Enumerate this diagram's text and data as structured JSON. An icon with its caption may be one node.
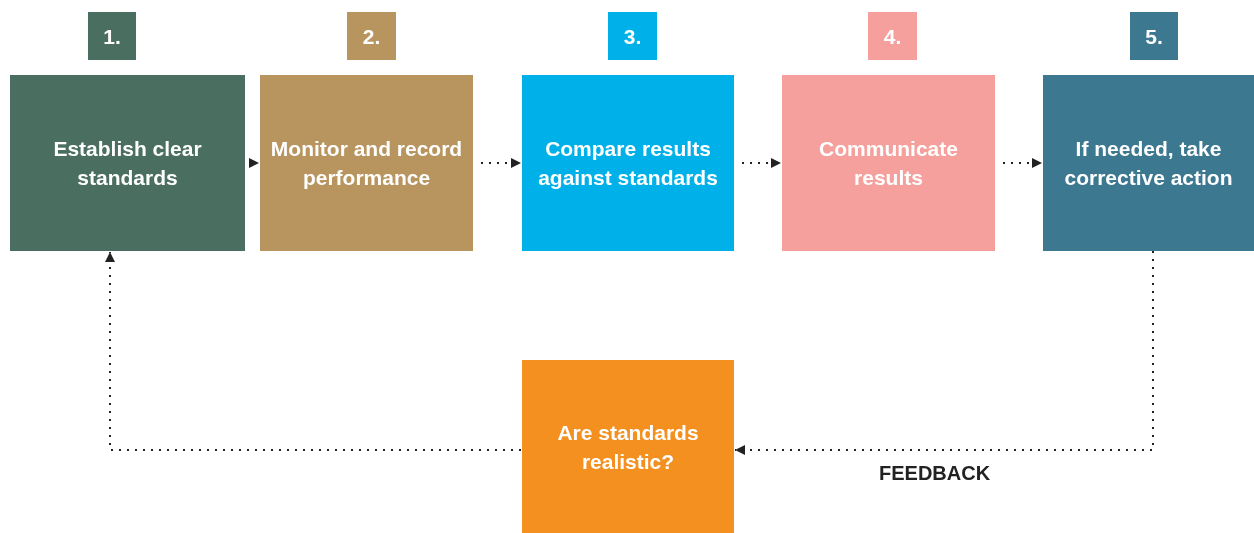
{
  "diagram": {
    "nodes": [
      {
        "text": [
          "1."
        ]
      },
      {
        "text": [
          "2."
        ]
      },
      {
        "text": [
          "3."
        ]
      },
      {
        "text": [
          "4."
        ]
      },
      {
        "text": [
          "5."
        ]
      },
      {
        "text": [
          "Establish clear standards"
        ]
      },
      {
        "text": [
          "Monitor and record performance"
        ]
      },
      {
        "text": [
          "Compare results against standards"
        ]
      },
      {
        "text": [
          "Communicate results"
        ]
      },
      {
        "text": [
          "If needed, take corrective action"
        ]
      },
      {
        "text": [
          "Are standards realistic?"
        ]
      }
    ],
    "edges": [
      {
        "from": 5,
        "to": 6,
        "arrow": "to"
      },
      {
        "from": 6,
        "to": 7,
        "arrow": "to"
      },
      {
        "from": 7,
        "to": 8,
        "arrow": "to"
      },
      {
        "from": 8,
        "to": 9,
        "arrow": "to"
      },
      {
        "from": 9,
        "to": 10,
        "arrow": "to",
        "label": "FEEDBACK"
      },
      {
        "from": 10,
        "to": 5,
        "arrow": "to"
      }
    ]
  }
}
